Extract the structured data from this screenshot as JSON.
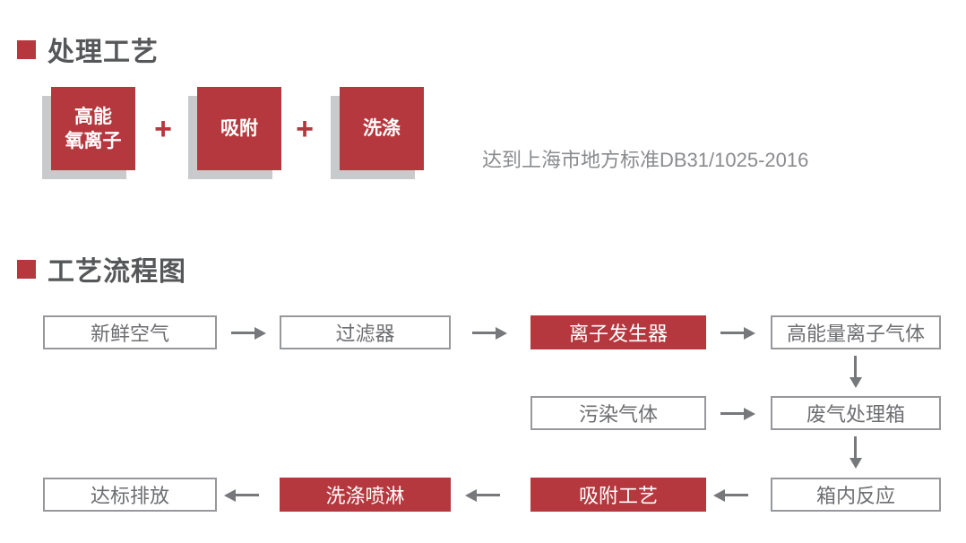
{
  "colors": {
    "red": "#b5383e",
    "heading_text": "#565759",
    "note_text": "#8a8b8e",
    "box_text": "#6d6e71",
    "box_border": "#97989b",
    "arrow": "#77787b",
    "shadow": "#c9cacc"
  },
  "section_process": {
    "title": "处理工艺",
    "blocks": [
      {
        "line1": "高能",
        "line2": "氧离子"
      },
      {
        "line1": "吸附"
      },
      {
        "line1": "洗涤"
      }
    ],
    "plus": "+",
    "standard_note": "达到上海市地方标准DB31/1025-2016"
  },
  "section_flow": {
    "title": "工艺流程图",
    "nodes": {
      "fresh_air": {
        "label": "新鲜空气",
        "style": "outline"
      },
      "filter": {
        "label": "过滤器",
        "style": "outline"
      },
      "ion_generator": {
        "label": "离子发生器",
        "style": "red"
      },
      "high_energy_ion_gas": {
        "label": "高能量离子气体",
        "style": "outline"
      },
      "polluted_gas": {
        "label": "污染气体",
        "style": "outline"
      },
      "waste_gas_chamber": {
        "label": "废气处理箱",
        "style": "outline"
      },
      "in_box_reaction": {
        "label": "箱内反应",
        "style": "outline"
      },
      "adsorption_process": {
        "label": "吸附工艺",
        "style": "red"
      },
      "washing_spray": {
        "label": "洗涤喷淋",
        "style": "red"
      },
      "compliant_discharge": {
        "label": "达标排放",
        "style": "outline"
      }
    }
  }
}
